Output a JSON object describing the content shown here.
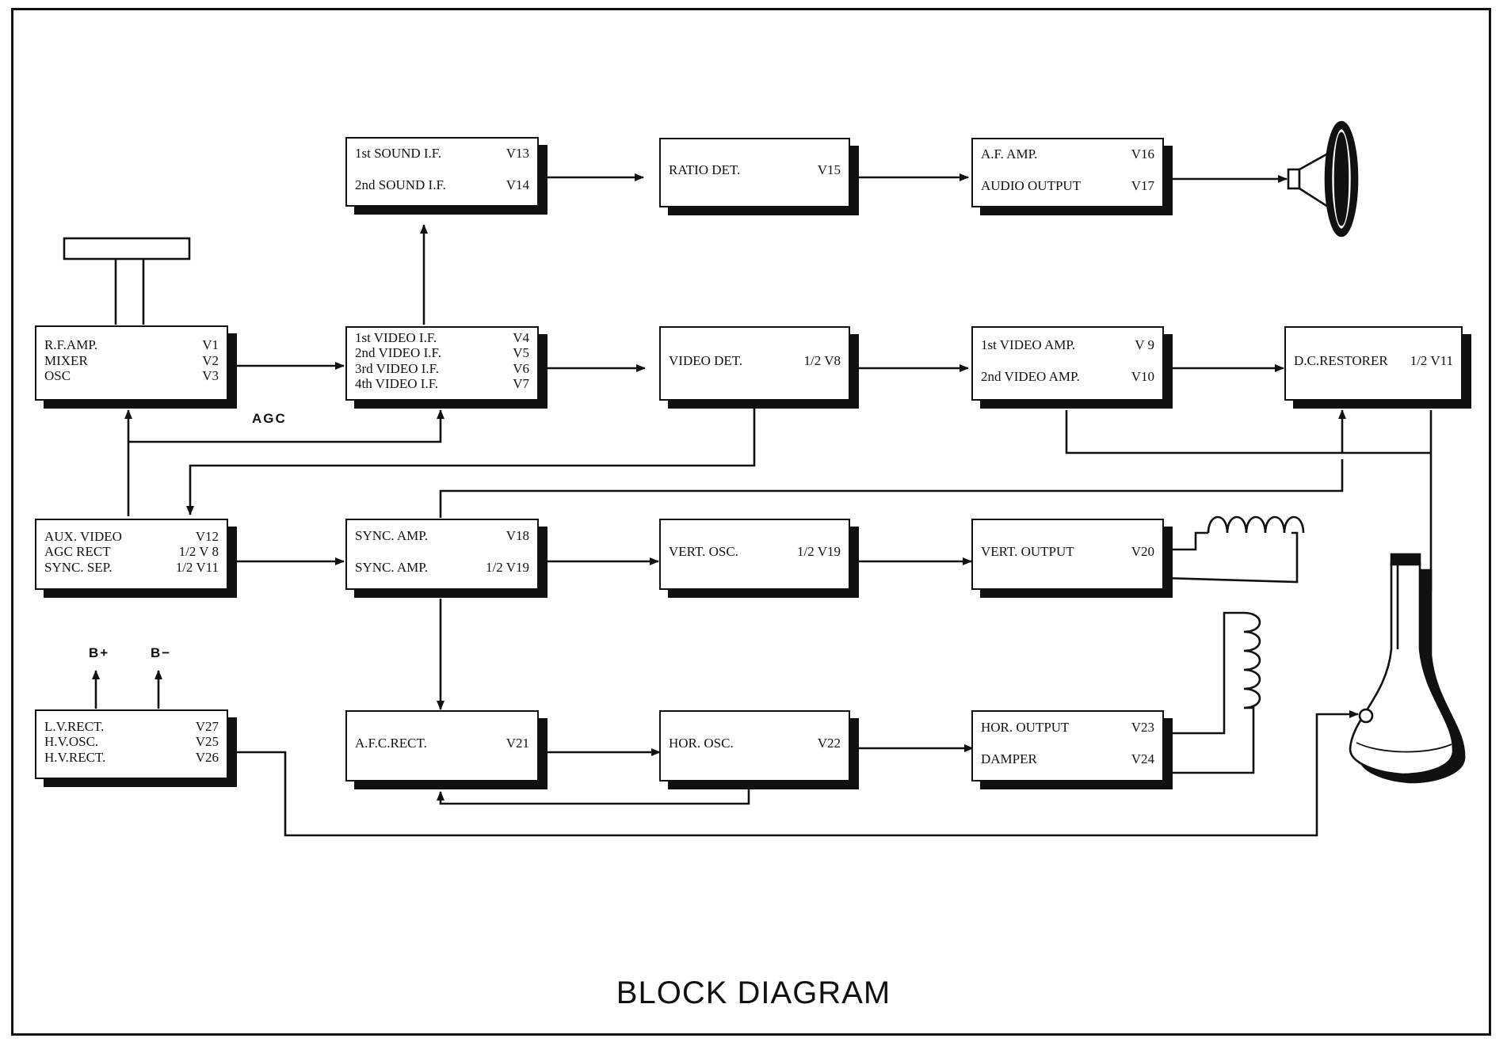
{
  "title": "BLOCK DIAGRAM",
  "labels": {
    "agc": "AGC",
    "b_plus": "B+",
    "b_minus": "B−"
  },
  "blocks": {
    "rf_amp": [
      [
        "R.F.AMP.",
        "V1"
      ],
      [
        "MIXER",
        "V2"
      ],
      [
        "OSC",
        "V3"
      ]
    ],
    "sound_if": [
      [
        "1st  SOUND I.F.",
        "V13"
      ],
      [
        "2nd SOUND I.F.",
        "V14"
      ]
    ],
    "ratio_det": [
      [
        "RATIO DET.",
        "V15"
      ]
    ],
    "af_amp": [
      [
        "A.F. AMP.",
        "V16"
      ],
      [
        "AUDIO OUTPUT",
        "V17"
      ]
    ],
    "video_if": [
      [
        "1st  VIDEO I.F.",
        "V4"
      ],
      [
        "2nd VIDEO I.F.",
        "V5"
      ],
      [
        "3rd VIDEO I.F.",
        "V6"
      ],
      [
        "4th  VIDEO I.F.",
        "V7"
      ]
    ],
    "video_det": [
      [
        "VIDEO DET.",
        "1/2 V8"
      ]
    ],
    "video_amp": [
      [
        "1st VIDEO AMP.",
        "V 9"
      ],
      [
        "2nd VIDEO AMP.",
        "V10"
      ]
    ],
    "dc_restorer": [
      [
        "D.C.RESTORER",
        "1/2 V11"
      ]
    ],
    "aux_video": [
      [
        "AUX. VIDEO",
        "V12"
      ],
      [
        "AGC RECT",
        "1/2 V 8"
      ],
      [
        "SYNC. SEP.",
        "1/2 V11"
      ]
    ],
    "sync_amp": [
      [
        "SYNC. AMP.",
        "V18"
      ],
      [
        "SYNC. AMP.",
        "1/2 V19"
      ]
    ],
    "vert_osc": [
      [
        "VERT. OSC.",
        "1/2 V19"
      ]
    ],
    "vert_output": [
      [
        "VERT. OUTPUT",
        "V20"
      ]
    ],
    "lv_rect": [
      [
        "L.V.RECT.",
        "V27"
      ],
      [
        "H.V.OSC.",
        "V25"
      ],
      [
        "H.V.RECT.",
        "V26"
      ]
    ],
    "afc_rect": [
      [
        "A.F.C.RECT.",
        "V21"
      ]
    ],
    "hor_osc": [
      [
        "HOR. OSC.",
        "V22"
      ]
    ],
    "hor_output": [
      [
        "HOR. OUTPUT",
        "V23"
      ],
      [
        "DAMPER",
        "V24"
      ]
    ]
  }
}
